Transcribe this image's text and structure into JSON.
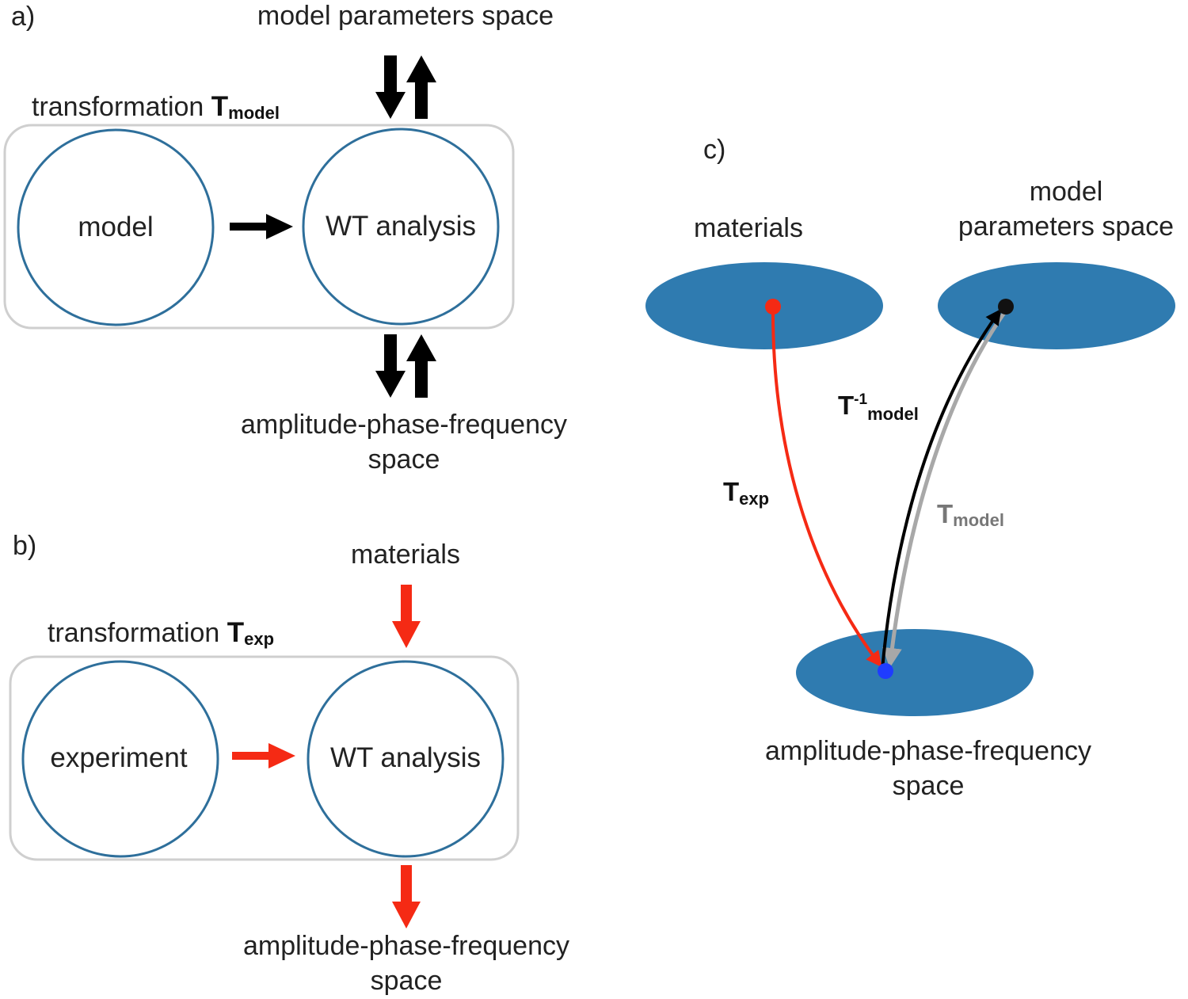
{
  "panel_a": {
    "tag": "a)",
    "top_label": "model parameters space",
    "transform_prefix": "transformation ",
    "transform_symbol": "T",
    "transform_sub": "model",
    "left_circle": "model",
    "right_circle": "WT analysis",
    "bottom_label_line1": "amplitude-phase-frequency",
    "bottom_label_line2": "space"
  },
  "panel_b": {
    "tag": "b)",
    "top_label": "materials",
    "transform_prefix": "transformation ",
    "transform_symbol": "T",
    "transform_sub": "exp",
    "left_circle": "experiment",
    "right_circle": "WT analysis",
    "bottom_label_line1": "amplitude-phase-frequency",
    "bottom_label_line2": "space"
  },
  "panel_c": {
    "tag": "c)",
    "materials_label": "materials",
    "model_space_line1": "model",
    "model_space_line2": "parameters space",
    "apf_line1": "amplitude-phase-frequency",
    "apf_line2": "space",
    "t_exp_symbol": "T",
    "t_exp_sub": "exp",
    "t_inv_symbol": "T",
    "t_inv_sup": "-1",
    "t_inv_sub": "model",
    "t_model_symbol": "T",
    "t_model_sub": "model"
  },
  "colors": {
    "circle_stroke": "#2e6f9b",
    "ellipse_fill": "#2f7bb0",
    "box_stroke": "#cfcfcf",
    "arrow_black": "#000000",
    "arrow_red": "#f52a14",
    "arrow_gray": "#a8a8a8",
    "dot_red": "#f52a14",
    "dot_black": "#111111",
    "dot_blue": "#1f3cff"
  }
}
